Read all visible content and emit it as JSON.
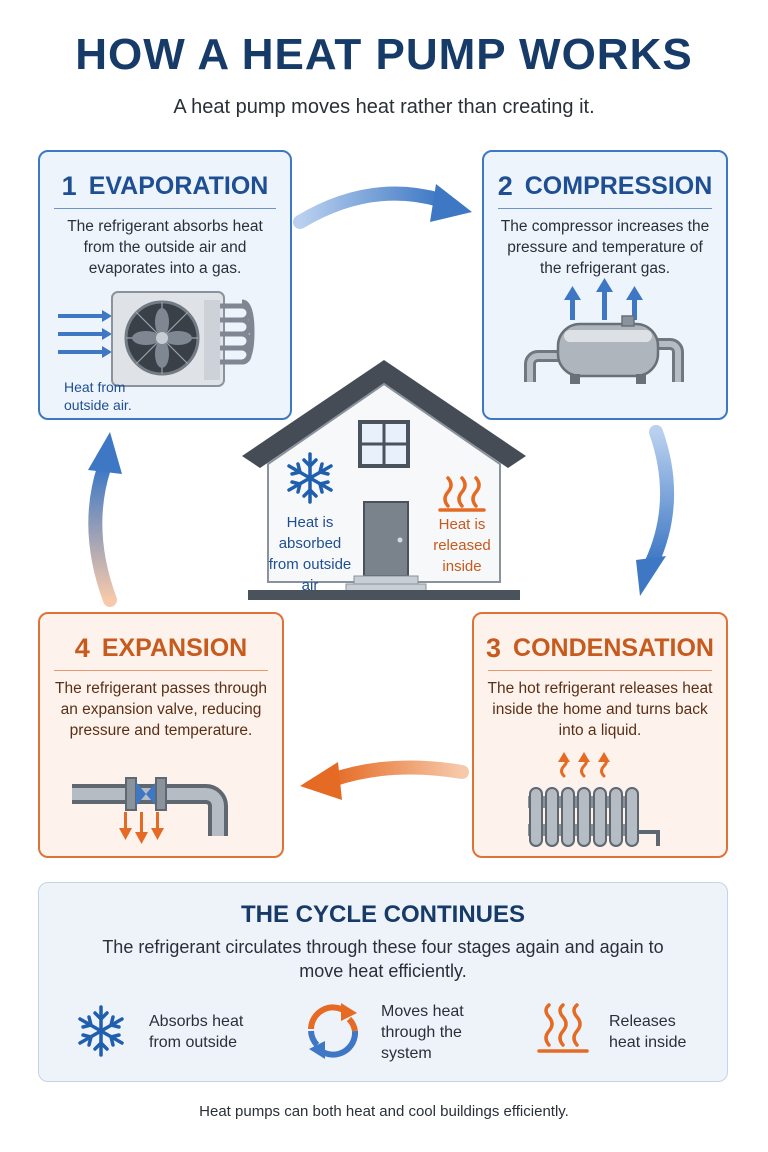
{
  "title": "HOW A HEAT PUMP WORKS",
  "subtitle": "A heat pump moves heat rather than creating it.",
  "colors": {
    "blue": "#3e78c4",
    "orange": "#de7338",
    "title": "#163b68"
  },
  "stages": [
    {
      "number": "1",
      "name": "EVAPORATION",
      "text": "The refrigerant absorbs heat from the outside air and evaporates into a gas.",
      "note": "Heat from outside air.",
      "icon": "outdoor-unit-icon"
    },
    {
      "number": "2",
      "name": "COMPRESSION",
      "text": "The compressor increases the pressure and temperature of the refrigerant gas.",
      "icon": "compressor-icon"
    },
    {
      "number": "3",
      "name": "CONDENSATION",
      "text": "The hot refrigerant releases heat inside the home and turns back into a liquid.",
      "icon": "radiator-icon"
    },
    {
      "number": "4",
      "name": "EXPANSION",
      "text": "The refrigerant passes through an expansion valve, reducing pressure and temperature.",
      "icon": "expansion-valve-icon"
    }
  ],
  "house": {
    "absorbed": "Heat is absorbed from outside air",
    "released": "Heat is released inside"
  },
  "summary": {
    "title": "THE CYCLE CONTINUES",
    "text": "The refrigerant circulates through these four stages again and again to move heat efficiently.",
    "items": [
      {
        "label": "Absorbs heat from outside",
        "icon": "snowflake-icon"
      },
      {
        "label": "Moves heat through the system",
        "icon": "cycle-arrows-icon"
      },
      {
        "label": "Releases heat inside",
        "icon": "heat-waves-icon"
      }
    ]
  },
  "footer": "Heat pumps can both heat and cool buildings efficiently."
}
